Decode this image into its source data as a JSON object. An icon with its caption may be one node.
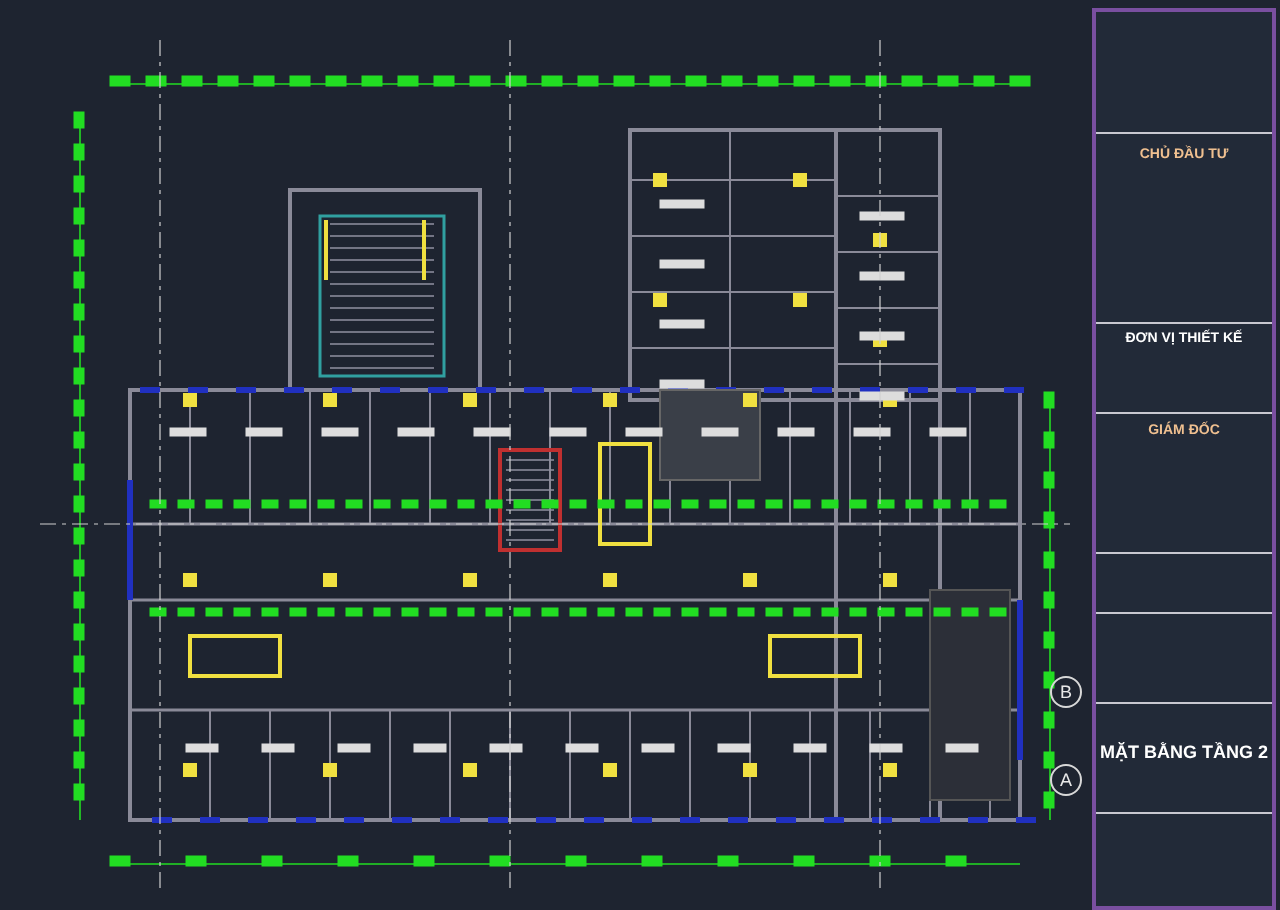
{
  "diagram": {
    "title": "MẶT BẰNG TẦNG 2",
    "labels": [
      "CHỦ ĐẦU TƯ",
      "ĐƠN VỊ THIẾT KẾ",
      "GIÁM ĐỐC",
      "B",
      "A"
    ]
  }
}
